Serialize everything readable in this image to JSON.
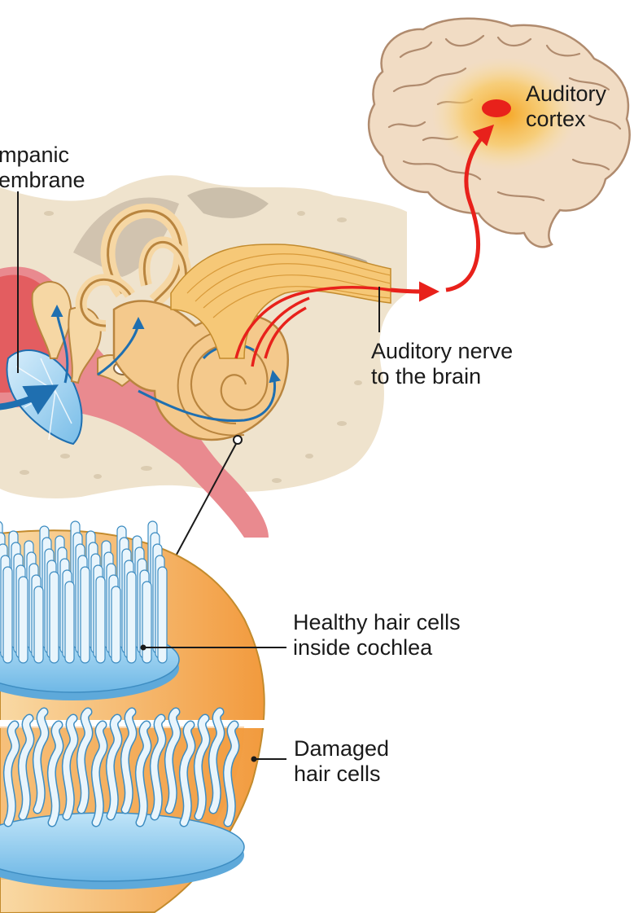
{
  "labels": {
    "auditory_cortex": [
      "Auditory",
      "cortex"
    ],
    "tympanic_membrane": [
      "mpanic",
      "embrane"
    ],
    "auditory_nerve": [
      "Auditory nerve",
      "to the brain"
    ],
    "healthy_hair_cells": [
      "Healthy hair cells",
      "inside cochlea"
    ],
    "damaged_hair_cells": [
      "Damaged",
      "hair cells"
    ]
  },
  "colors": {
    "signal_red": "#e8211b",
    "sound_blue": "#1f6fb0",
    "bone": "#efe3cd",
    "tissue_pink": "#e98a8f",
    "inner_ear": "#f4c98c",
    "hair_cell_blue": "#7cc3ec",
    "cochlea_section": "#f7b25a"
  }
}
